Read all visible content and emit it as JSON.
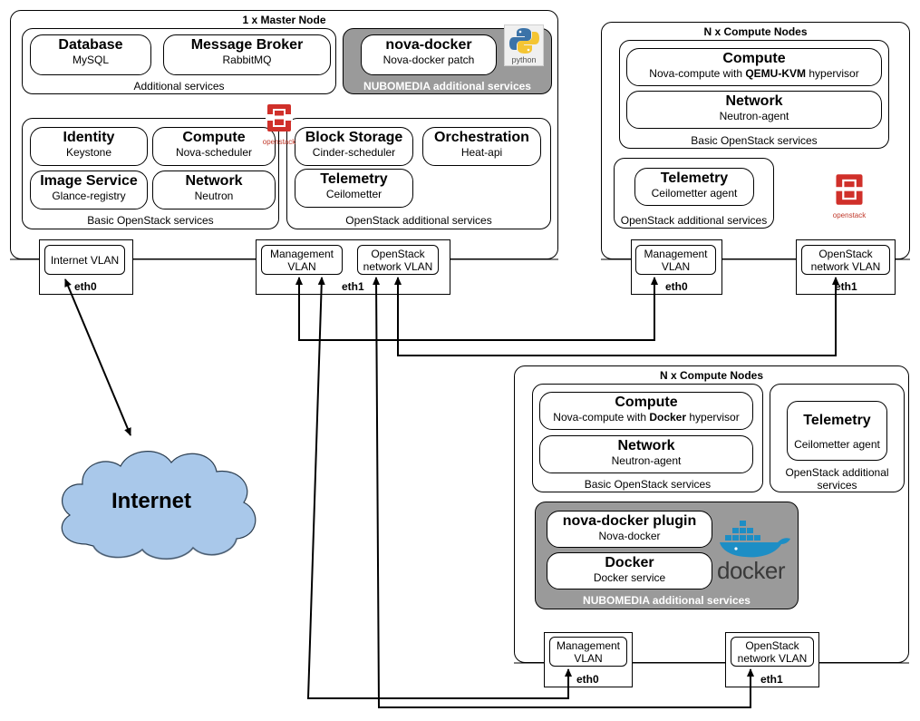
{
  "master": {
    "title": "1 x Master Node",
    "additional": {
      "caption": "Additional services",
      "database": {
        "title": "Database",
        "sub": "MySQL"
      },
      "broker": {
        "title": "Message Broker",
        "sub": "RabbitMQ"
      }
    },
    "nubomedia": {
      "caption": "NUBOMEDIA additional services",
      "novadocker": {
        "title": "nova-docker",
        "sub": "Nova-docker patch"
      },
      "python_logo": "python"
    },
    "basic": {
      "caption": "Basic OpenStack services",
      "identity": {
        "title": "Identity",
        "sub": "Keystone"
      },
      "compute": {
        "title": "Compute",
        "sub": "Nova-scheduler"
      },
      "image": {
        "title": "Image Service",
        "sub": "Glance-registry"
      },
      "network": {
        "title": "Network",
        "sub": "Neutron"
      }
    },
    "openstack_logo": "openstack",
    "extra": {
      "caption": "OpenStack additional services",
      "block": {
        "title": "Block Storage",
        "sub": "Cinder-scheduler"
      },
      "orchestration": {
        "title": "Orchestration",
        "sub": "Heat-api"
      },
      "telemetry": {
        "title": "Telemetry",
        "sub": "Ceilometter"
      }
    },
    "eth0": {
      "label": "eth0",
      "vlan": "Internet VLAN"
    },
    "eth1": {
      "label": "eth1",
      "mgmt": [
        "Management",
        "VLAN"
      ],
      "net": [
        "OpenStack",
        "network VLAN"
      ]
    }
  },
  "compute_kvm": {
    "title": "N x Compute Nodes",
    "basic": {
      "caption": "Basic OpenStack services",
      "compute": {
        "title": "Compute",
        "sub_pre": "Nova-compute with ",
        "sub_bold": "QEMU-KVM",
        "sub_post": " hypervisor"
      },
      "network": {
        "title": "Network",
        "sub": "Neutron-agent"
      }
    },
    "extra": {
      "caption": "OpenStack additional services",
      "telemetry": {
        "title": "Telemetry",
        "sub": "Ceilometter agent"
      }
    },
    "openstack_logo": "openstack",
    "eth0": {
      "label": "eth0",
      "vlan": [
        "Management",
        "VLAN"
      ]
    },
    "eth1": {
      "label": "eth1",
      "vlan": [
        "OpenStack",
        "network VLAN"
      ]
    }
  },
  "compute_docker": {
    "title": "N x Compute Nodes",
    "basic": {
      "caption": "Basic OpenStack services",
      "compute": {
        "title": "Compute",
        "sub_pre": "Nova-compute with ",
        "sub_bold": "Docker",
        "sub_post": " hypervisor"
      },
      "network": {
        "title": "Network",
        "sub": "Neutron-agent"
      }
    },
    "extra": {
      "caption": [
        "OpenStack additional",
        "services"
      ],
      "telemetry": {
        "title": "Telemetry",
        "sub": "Ceilometter agent"
      }
    },
    "nubomedia": {
      "caption": "NUBOMEDIA additional services",
      "plugin": {
        "title": "nova-docker plugin",
        "sub": "Nova-docker"
      },
      "docker": {
        "title": "Docker",
        "sub": "Docker service"
      },
      "docker_logo": "docker"
    },
    "eth0": {
      "label": "eth0",
      "vlan": [
        "Management",
        "VLAN"
      ]
    },
    "eth1": {
      "label": "eth1",
      "vlan": [
        "OpenStack",
        "network VLAN"
      ]
    }
  },
  "internet": {
    "label": "Internet"
  },
  "colors": {
    "gray_group": "#9a9a9a",
    "cloud_fill": "#a9c8ea",
    "openstack_red": "#d0302a",
    "docker_blue": "#1d8ec5"
  }
}
